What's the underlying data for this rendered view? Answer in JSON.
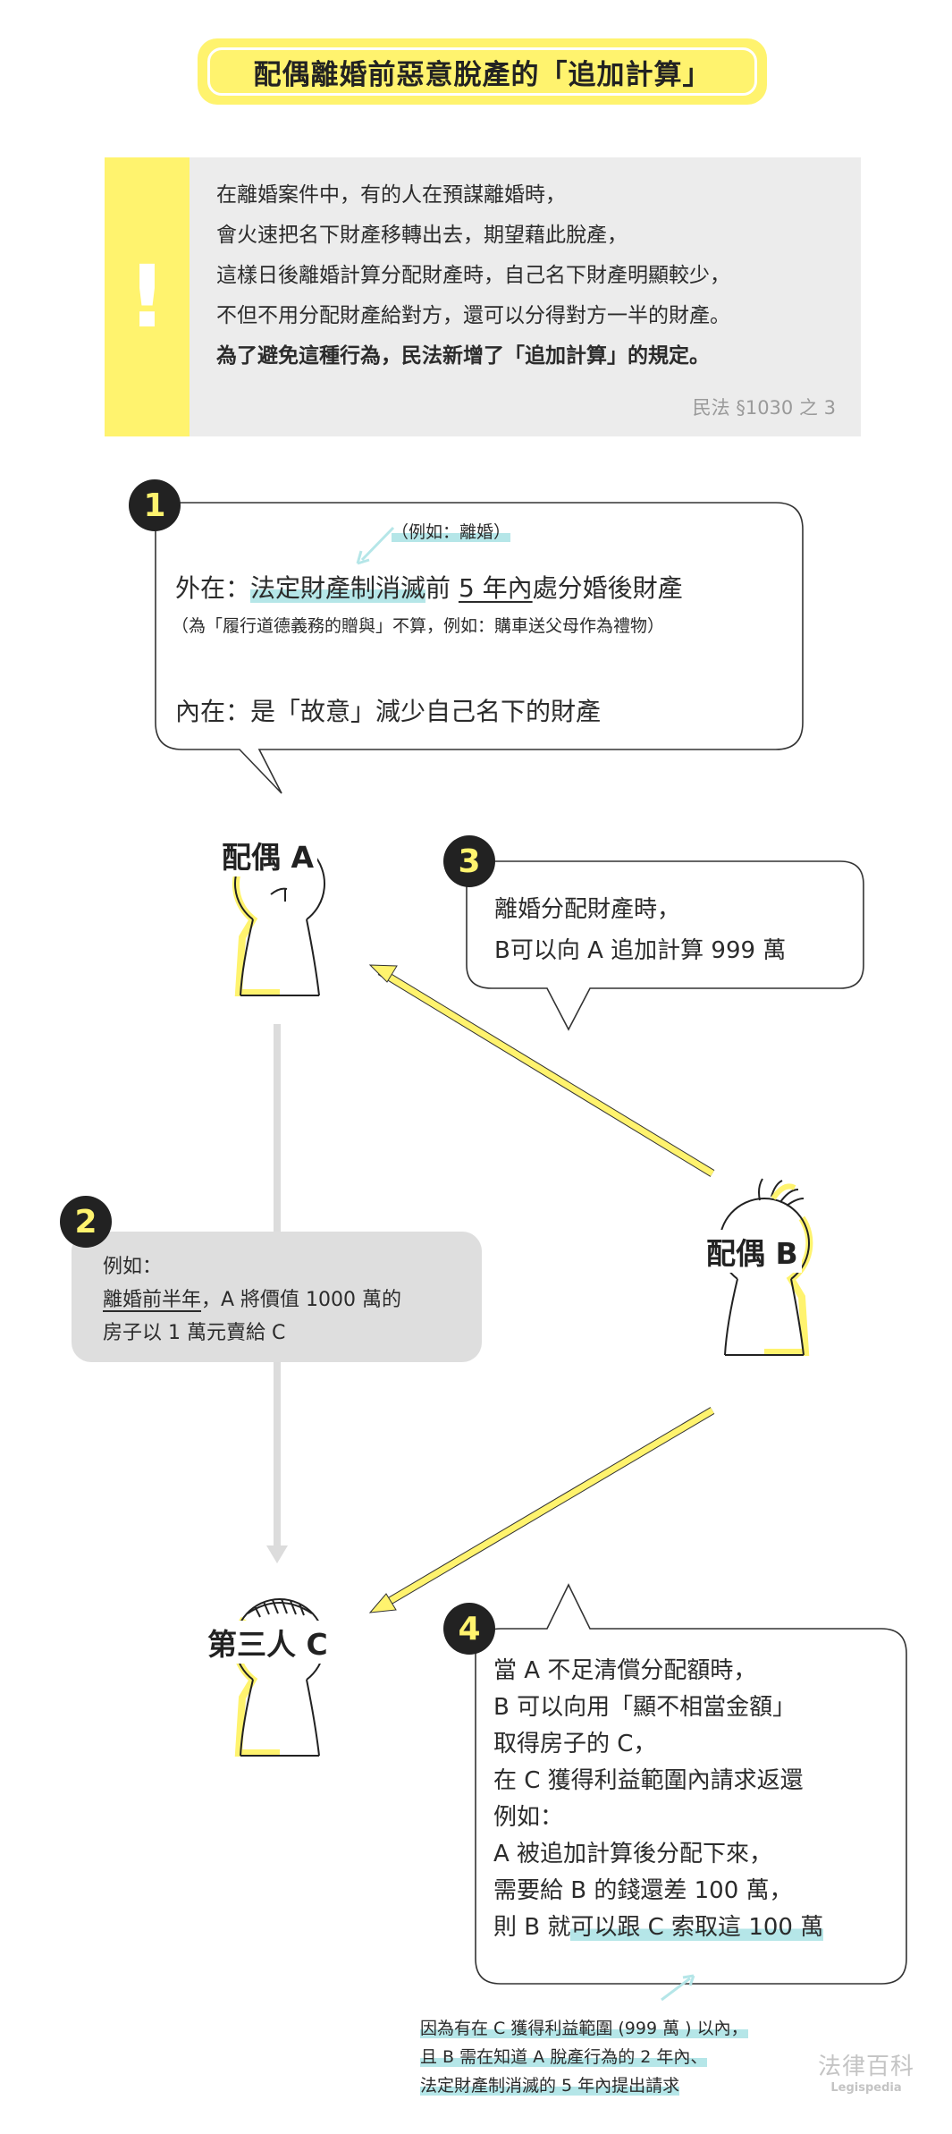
{
  "title": "配偶離婚前惡意脫產的「追加計算」",
  "info": {
    "icon": "exclamation-icon",
    "mark": "!",
    "lines": [
      "在離婚案件中，有的人在預謀離婚時，",
      "會火速把名下財產移轉出去，期望藉此脫產，",
      "這樣日後離婚計算分配財產時，自己名下財產明顯較少，",
      "不但不用分配財產給對方，還可以分得對方一半的財產。"
    ],
    "bold_line": "為了避免這種行為，民法新增了「追加計算」的規定。",
    "reference": "民法 §1030 之 3"
  },
  "step1": {
    "number": "1",
    "annotation": "（例如：離婚）",
    "outer_prefix": "外在：",
    "outer_highlight": "法定財產制消滅",
    "outer_mid": "前 ",
    "outer_underline": "5 年內",
    "outer_suffix": "處分婚後財產",
    "outer_note": "（為「履行道德義務的贈與」不算，例如：購車送父母作為禮物）",
    "inner": "內在：是「故意」減少自己名下的財產"
  },
  "people": {
    "a": "配偶 A",
    "b": "配偶 B",
    "c": "第三人 C"
  },
  "step2": {
    "number": "2",
    "line1": "例如：",
    "line2_underline": "離婚前半年",
    "line2_rest": "，A 將價值 1000 萬的",
    "line3": "房子以 1 萬元賣給 C"
  },
  "step3": {
    "number": "3",
    "line1": "離婚分配財產時，",
    "line2": "B可以向 A 追加計算 999 萬"
  },
  "step4": {
    "number": "4",
    "lines": [
      "當 A 不足清償分配額時，",
      "B 可以向用「顯不相當金額」",
      "取得房子的 C，",
      "在 C 獲得利益範圍內請求返還",
      "例如：",
      "A 被追加計算後分配下來，",
      "需要給 B 的錢還差 100 萬，"
    ],
    "last_prefix": "則 B 就",
    "last_highlight": "可以跟 C 索取這 100 萬"
  },
  "note": {
    "lines": [
      "因為有在 C 獲得利益範圍 (999 萬 ) 以內，",
      "且 B 需在知道 A 脫產行為的 2 年內、",
      "法定財產制消滅的 5 年內提出請求"
    ]
  },
  "logo": {
    "zh": "法律百科",
    "en": "Legispedia"
  },
  "colors": {
    "yellow": "#fff36e",
    "teal": "#b5e6e8",
    "dark": "#222222",
    "gray": "#dedede"
  }
}
